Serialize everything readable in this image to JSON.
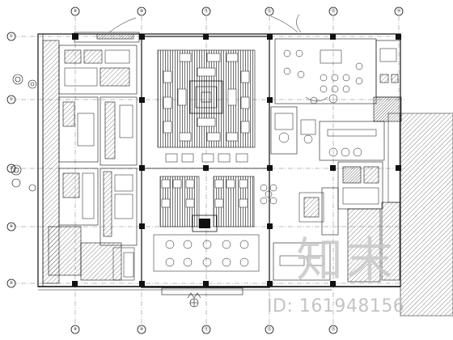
{
  "drawing": {
    "grid_top": [
      "⑨",
      "⑩",
      "⑪",
      "⑫",
      "⑬",
      "⑭"
    ],
    "grid_bottom": [
      "⑨",
      "⑩",
      "⑪",
      "⑫",
      "⑬"
    ],
    "grid_left": [
      "①",
      "②",
      "③",
      "④",
      "⑤"
    ]
  },
  "watermark": {
    "logo_text": "知末",
    "id_text": "ID: 161948156"
  }
}
